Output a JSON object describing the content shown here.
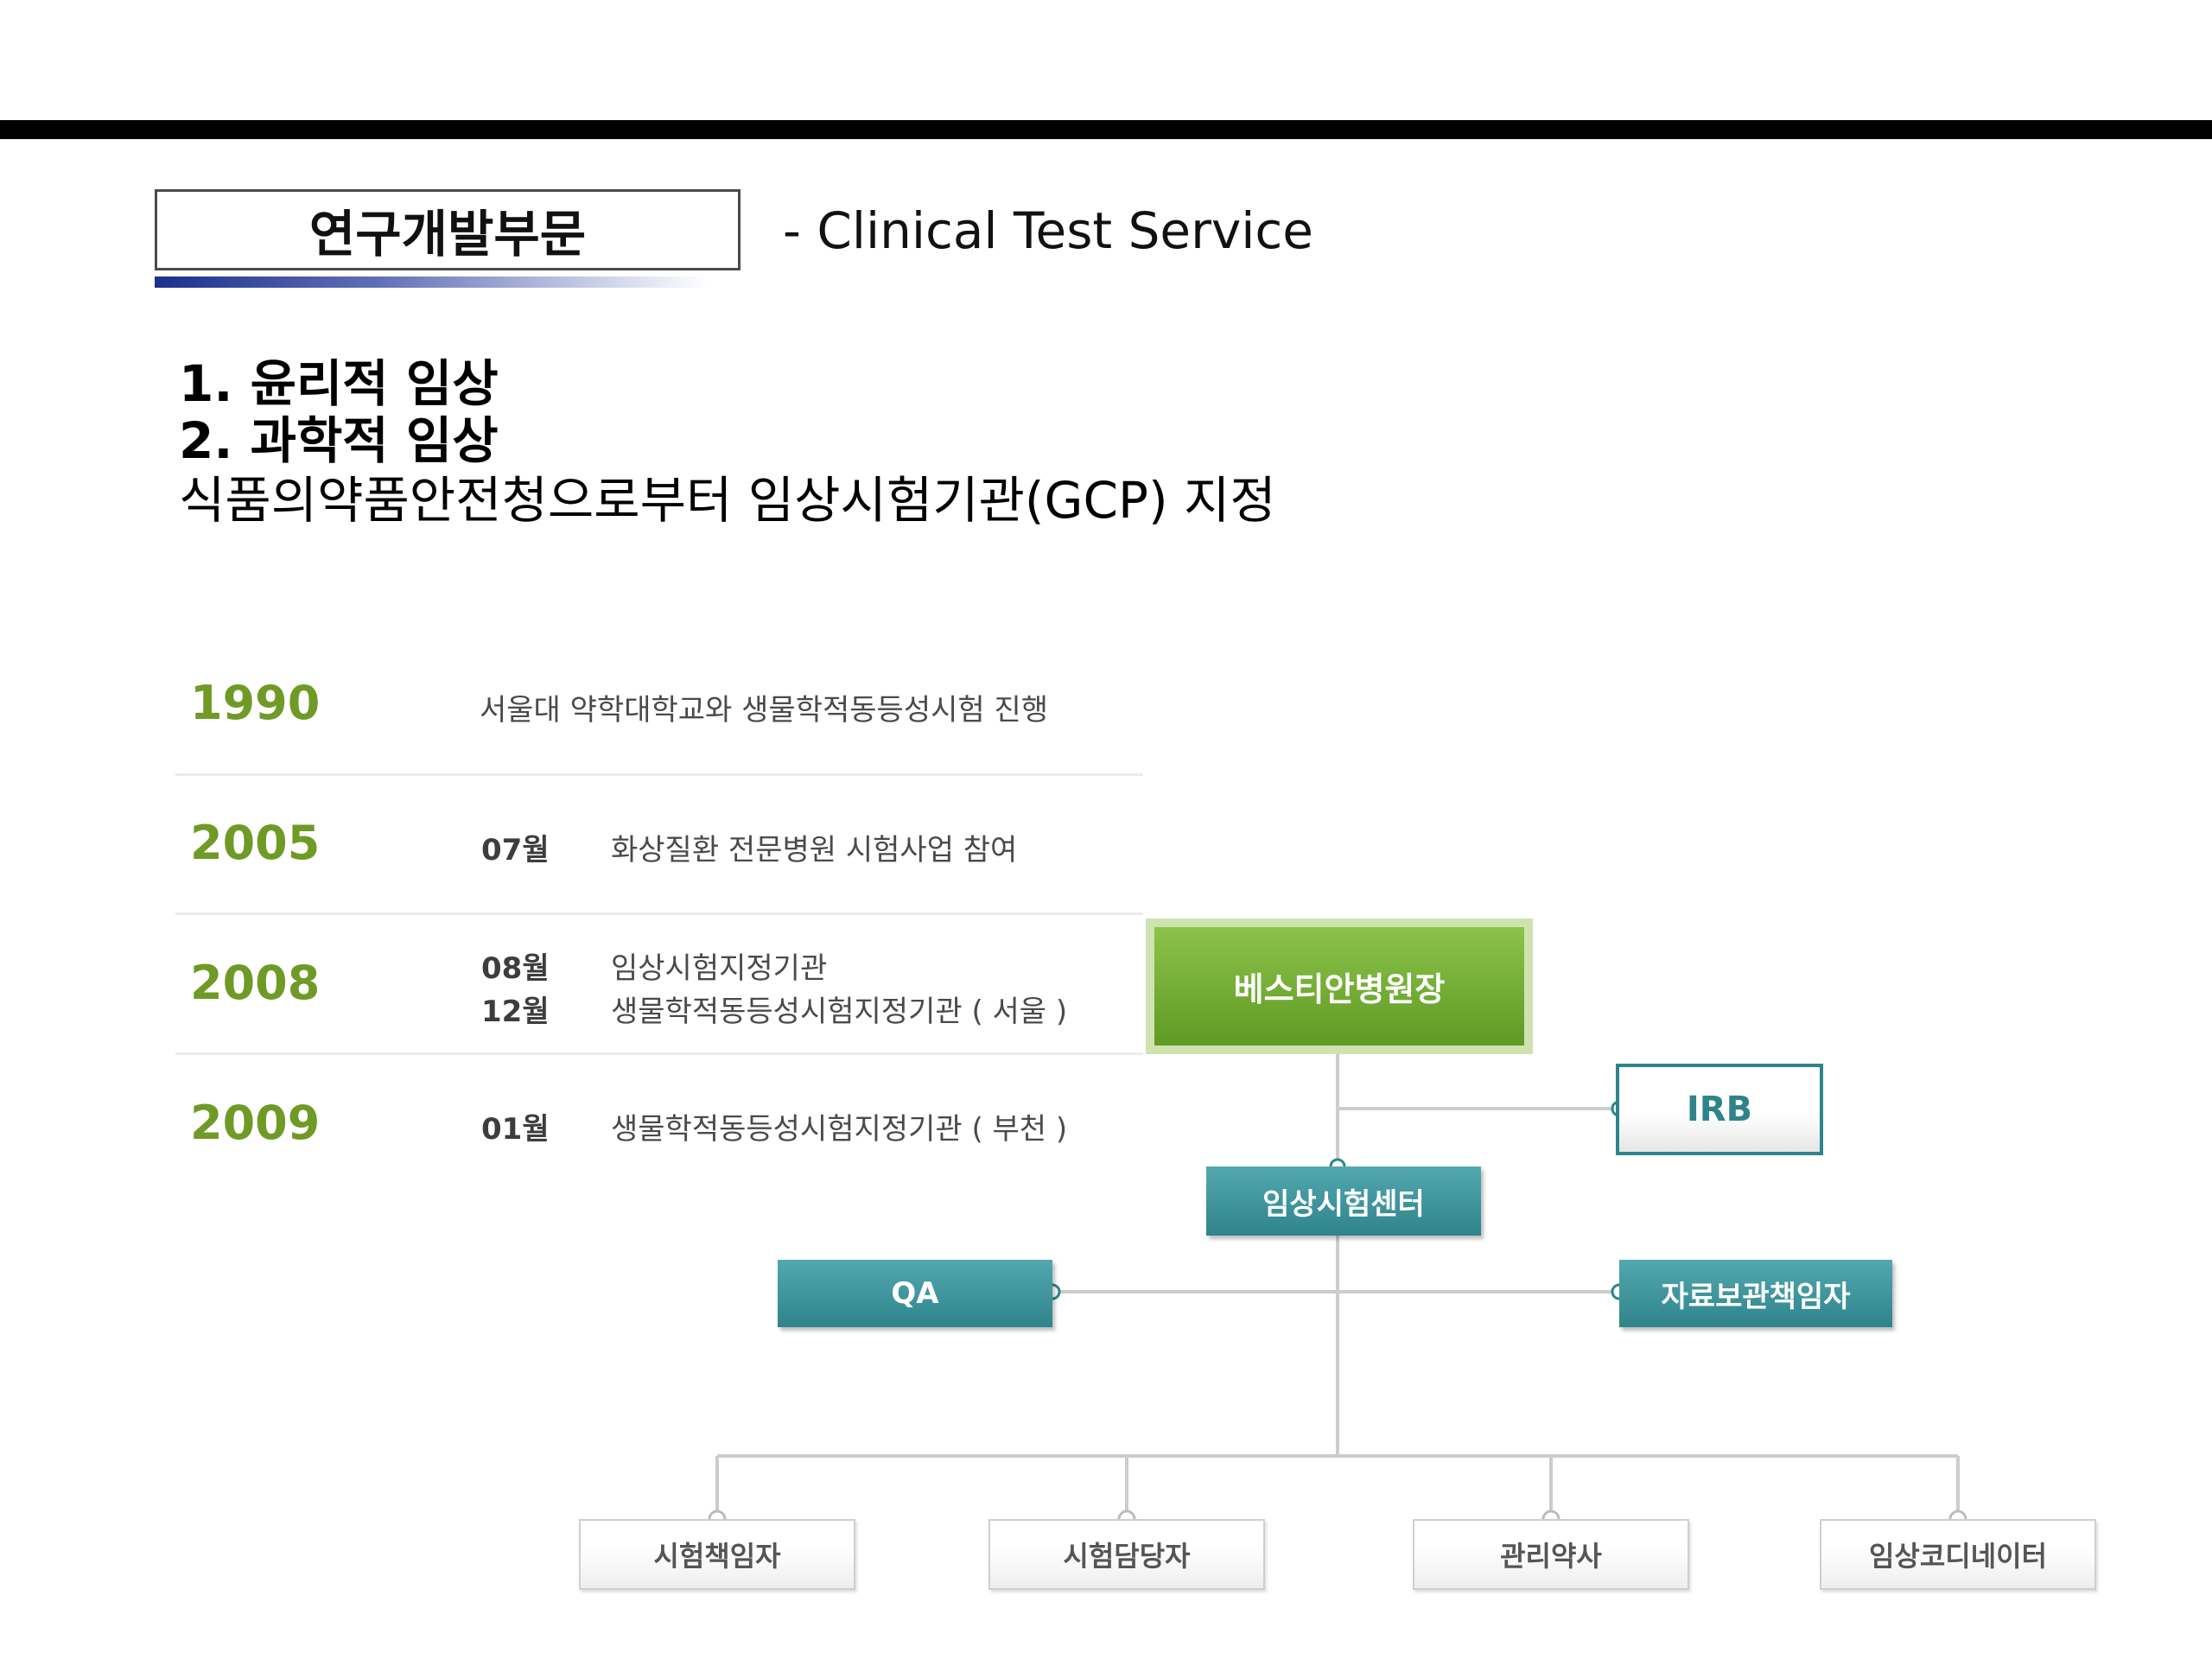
{
  "header": {
    "section_label": "연구개발부문",
    "subtitle": "- Clinical Test Service"
  },
  "intro": {
    "line1": "1. 윤리적 임상",
    "line2": "2. 과학적 임상",
    "line3": "식품의약품안전청으로부터 임상시험기관(GCP) 지정"
  },
  "timeline": [
    {
      "year": "1990",
      "entries": [
        {
          "month": "",
          "text": "서울대 약학대학교와 생물학적동등성시험 진행"
        }
      ]
    },
    {
      "year": "2005",
      "entries": [
        {
          "month": "07월",
          "text": "화상질환 전문병원 시험사업 참여"
        }
      ]
    },
    {
      "year": "2008",
      "entries": [
        {
          "month": "08월",
          "text": "임상시험지정기관"
        },
        {
          "month": "12월",
          "text": "생물학적동등성시험지정기관 ( 서울 )"
        }
      ]
    },
    {
      "year": "2009",
      "entries": [
        {
          "month": "01월",
          "text": "생물학적동등성시험지정기관 ( 부천 )"
        }
      ]
    }
  ],
  "org": {
    "director": "베스티안병원장",
    "irb": "IRB",
    "center": "임상시험센터",
    "qa": "QA",
    "records": "자료보관책임자",
    "staff": [
      "시험책임자",
      "시험담당자",
      "관리약사",
      "임상코디네이터"
    ]
  },
  "colors": {
    "year_green": "#6f9a26",
    "teal": "#2f848c",
    "director_green": "#6aa82c",
    "connector": "#cccccc"
  }
}
